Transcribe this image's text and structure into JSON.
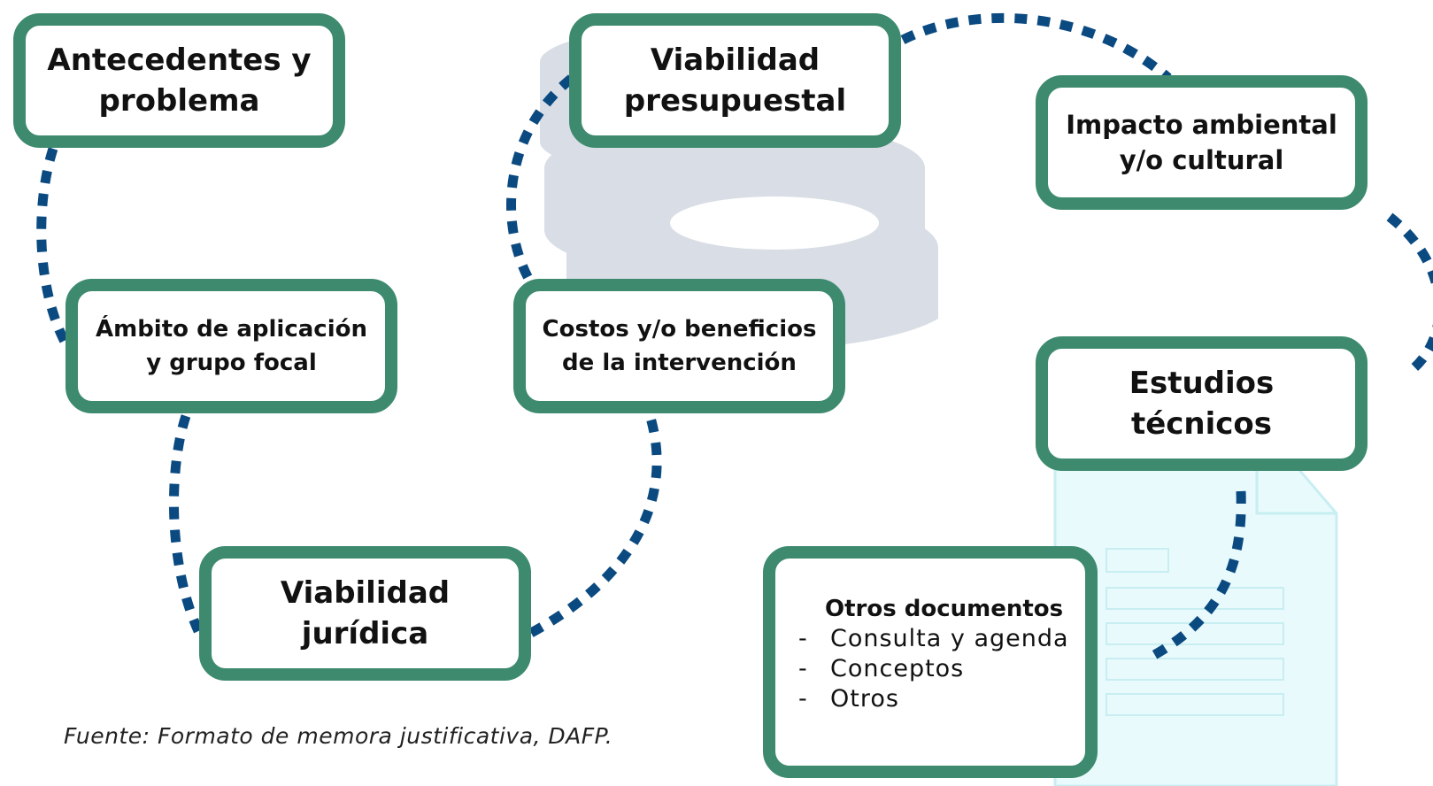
{
  "colors": {
    "box_border": "#3d8a6e",
    "connector": "#0b4a80",
    "coins_illustration": "#d9dde5",
    "document_illustration": "#e8fafc"
  },
  "icons": {
    "background_left": "coin-stack-icon",
    "background_right": "document-icon"
  },
  "boxes": {
    "antecedentes": {
      "lines": [
        "Antecedentes y",
        "problema"
      ]
    },
    "ambito": {
      "lines": [
        "Ámbito de aplicación",
        "y grupo focal"
      ]
    },
    "juridica": {
      "lines": [
        "Viabilidad",
        "jurídica"
      ]
    },
    "costos": {
      "lines": [
        "Costos y/o beneficios",
        "de la intervención"
      ]
    },
    "presupuestal": {
      "lines": [
        "Viabilidad",
        "presupuestal"
      ]
    },
    "impacto": {
      "lines": [
        "Impacto ambiental",
        "y/o cultural"
      ]
    },
    "estudios": {
      "lines": [
        "Estudios",
        "técnicos"
      ]
    },
    "otros": {
      "title": "Otros documentos",
      "bullet": "-",
      "items": [
        "Consulta y agenda",
        "Conceptos",
        "Otros"
      ]
    }
  },
  "source": "Fuente: Formato de memora justificativa, DAFP."
}
